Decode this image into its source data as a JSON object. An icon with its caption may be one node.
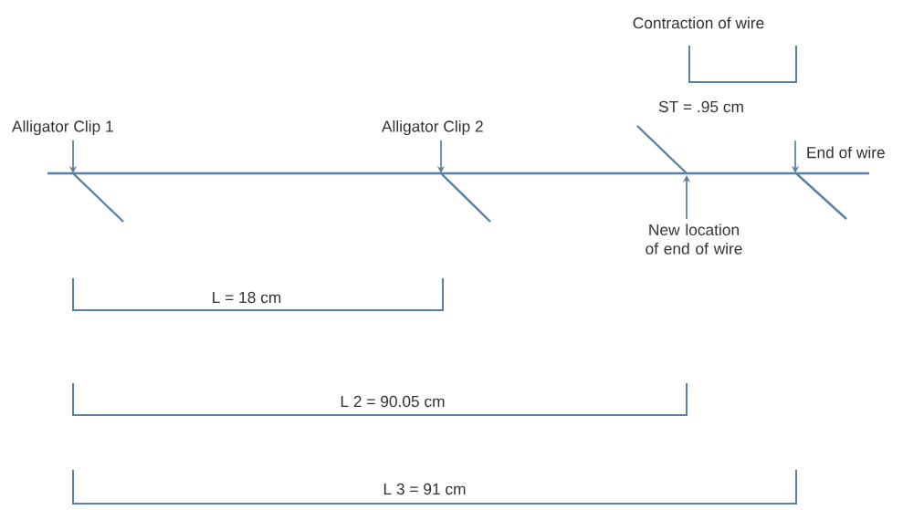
{
  "diagram": {
    "nodes": [
      {
        "text": [
          "Alligator Clip 1"
        ]
      },
      {
        "text": [
          "Alligator Clip 2"
        ]
      },
      {
        "text": [
          "New location of end of wire"
        ]
      },
      {
        "text": [
          "End of wire"
        ]
      }
    ],
    "edges": [
      {
        "from": 0,
        "to": null,
        "arrow": "to"
      },
      {
        "from": 1,
        "to": null,
        "arrow": "to"
      },
      {
        "from": 2,
        "to": null,
        "arrow": "to"
      },
      {
        "from": 3,
        "to": null,
        "arrow": "to"
      }
    ],
    "labels": [
      "Contraction of wire",
      "ST = .95 cm",
      "L = 18 cm",
      "L 2 = 90.05 cm",
      "L 3 = 91 cm"
    ]
  }
}
